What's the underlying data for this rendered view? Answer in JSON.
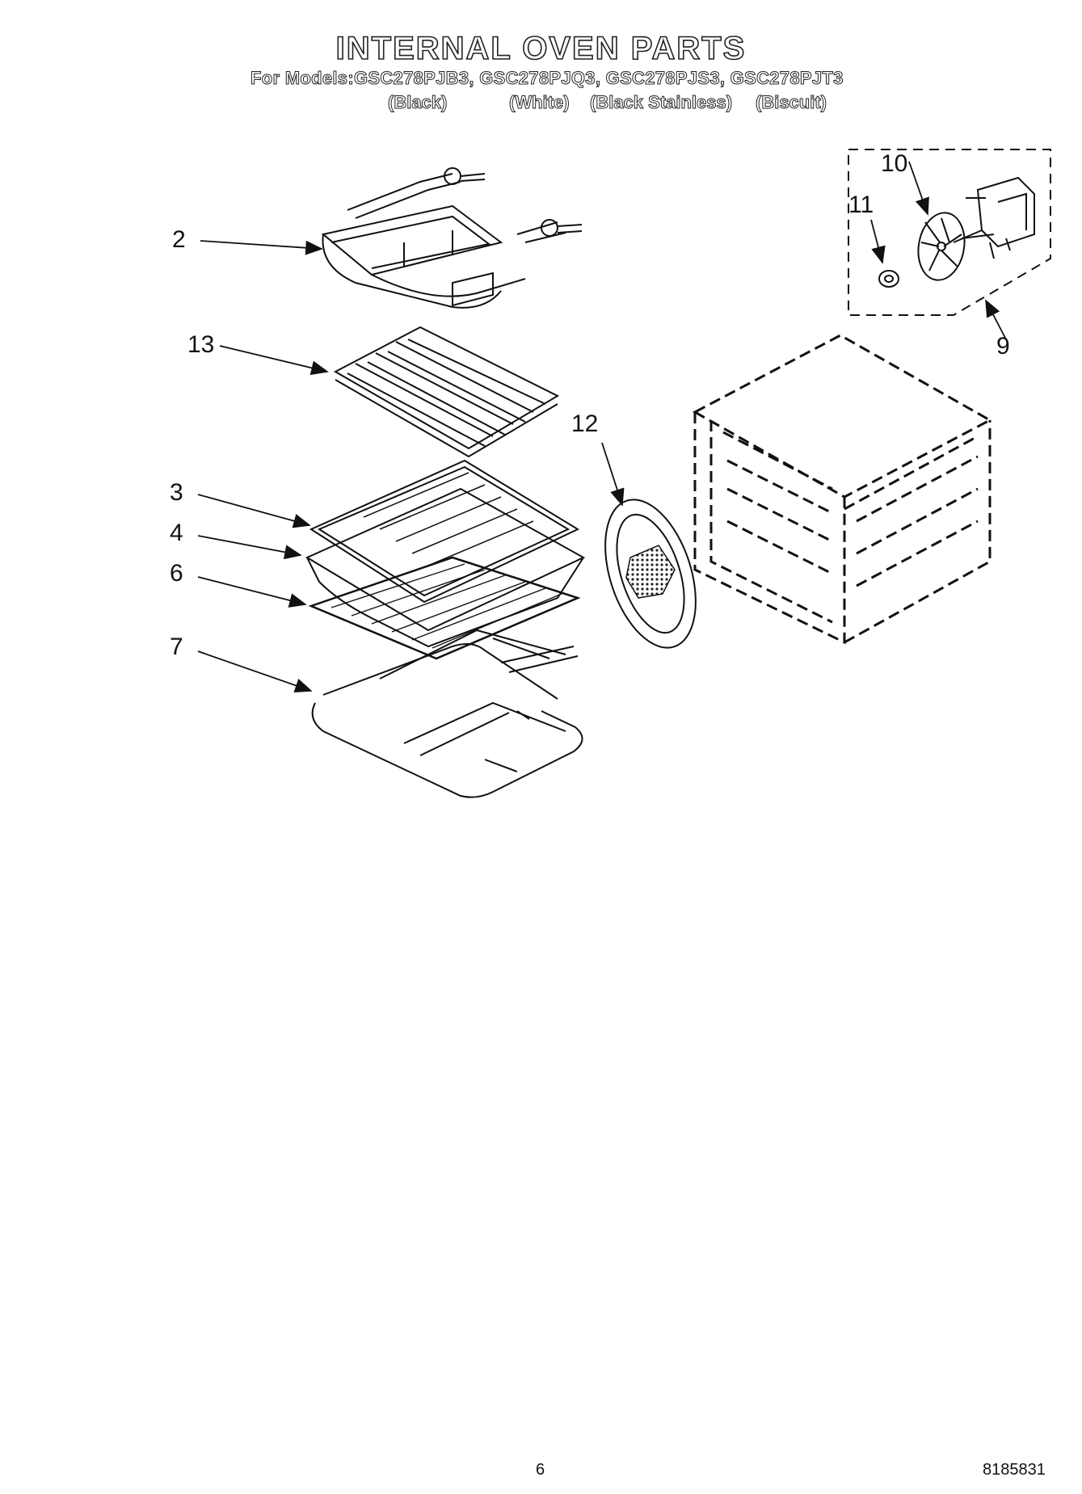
{
  "header": {
    "title": "INTERNAL OVEN PARTS",
    "models_line": "For Models:GSC278PJB3, GSC278PJQ3, GSC278PJS3, GSC278PJT3",
    "colors": [
      "(Black)",
      "(White)",
      "(Black Stainless)",
      "(Biscuit)"
    ]
  },
  "callouts": [
    "2",
    "13",
    "3",
    "4",
    "6",
    "7",
    "12",
    "10",
    "11",
    "9"
  ],
  "footer": {
    "page_number": "6",
    "doc_number": "8185831"
  }
}
